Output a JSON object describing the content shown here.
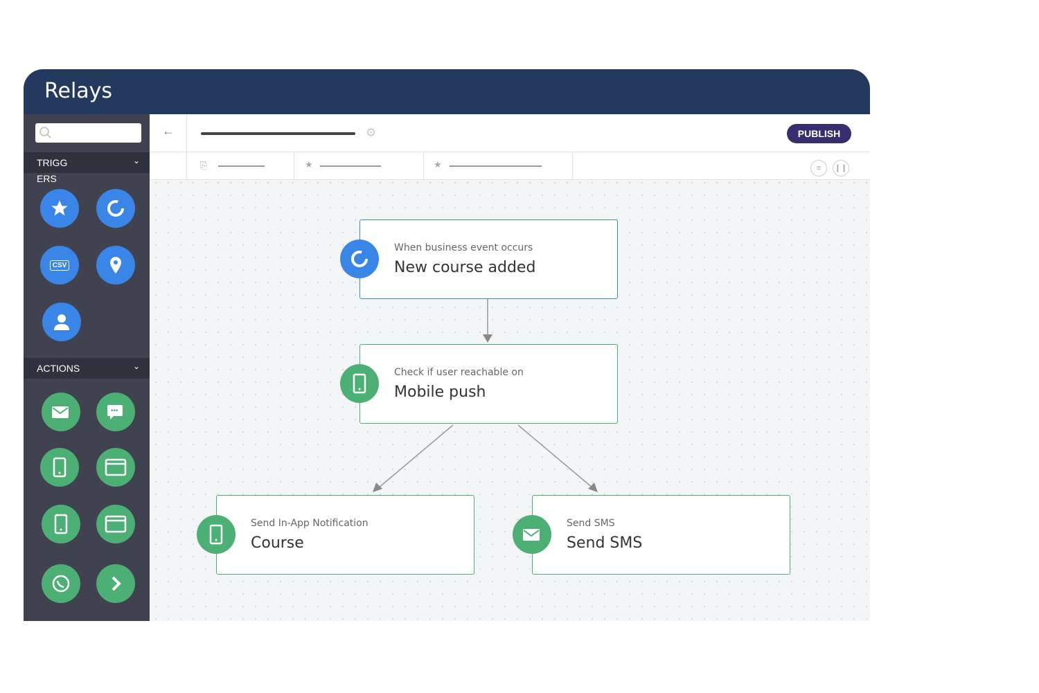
{
  "app": {
    "title": "Relays"
  },
  "sidebar": {
    "search_placeholder": "",
    "triggers_label_1": "TRIGG",
    "triggers_label_2": "ERS",
    "actions_label": "ACTIONS",
    "trigger_icons": [
      "star-icon",
      "business-event-icon",
      "csv-icon",
      "location-pin-icon",
      "user-icon"
    ],
    "action_icons": [
      "email-icon",
      "chat-icon",
      "mobile-push-icon",
      "web-push-icon",
      "mobile-icon",
      "browser-icon",
      "whatsapp-icon",
      "chevron-right-icon"
    ],
    "csv_text": "CSV"
  },
  "toolbar": {
    "publish_label": "PUBLISH"
  },
  "nodes": [
    {
      "subtitle": "When business event occurs",
      "title": "New course added",
      "color": "#3a86e8"
    },
    {
      "subtitle": "Check if user reachable on",
      "title": "Mobile push",
      "color": "#4caf73"
    },
    {
      "subtitle": "Send In-App Notification",
      "title": "Course",
      "color": "#4caf73"
    },
    {
      "subtitle": "Send SMS",
      "title": "Send SMS",
      "color": "#4caf73"
    }
  ],
  "colors": {
    "header": "#233a5e",
    "trigger": "#3a86e8",
    "action": "#4caf73",
    "publish": "#382e6e"
  }
}
